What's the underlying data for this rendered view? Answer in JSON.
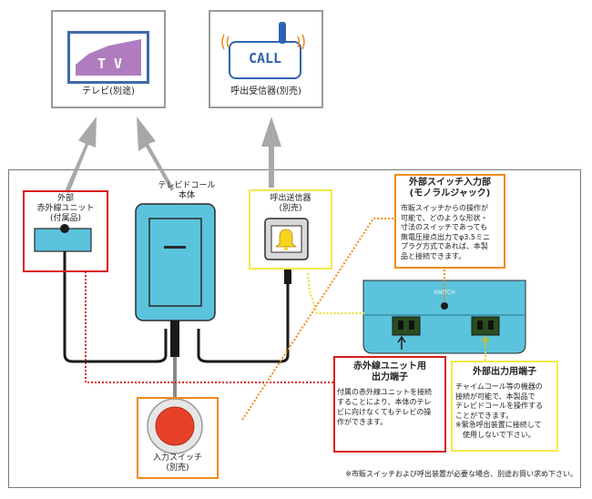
{
  "tv_box": {
    "screen_text": "T V",
    "caption": "テレビ(別途)"
  },
  "receiver_box": {
    "screen_text": "CALL",
    "caption": "呼出受信器(別売)"
  },
  "ir_unit": {
    "line1": "外部",
    "line2": "赤外線ユニット",
    "line3": "(付属品)"
  },
  "main_unit": {
    "line1": "テレビドコール",
    "line2": "本体"
  },
  "transmitter": {
    "line1": "呼出送信器",
    "line2": "(別売)"
  },
  "ext_switch_input": {
    "title1": "外部スイッチ入力部",
    "title2": "(モノラルジャック)",
    "body": [
      "市販スイッチからの操作が",
      "可能で、どのような形状・",
      "寸法のスイッチであっても",
      "無電圧接点出力でφ3.5ミニ",
      "プラグ方式であれば、本製",
      "品と接続できます。"
    ]
  },
  "device_label": {
    "switch": "SWITCH"
  },
  "ir_output": {
    "title1": "赤外線ユニット用",
    "title2": "出力端子",
    "body": [
      "付属の赤外線ユニットを接続",
      "することにより、本体のテレ",
      "ビに向けなくてもテレビの操",
      "作ができます。"
    ]
  },
  "ext_output": {
    "title": "外部出力用端子",
    "body": [
      "チャイムコール等の機器の",
      "接続が可能で、本製品で",
      "テレビドコールを操作する",
      "ことができます。",
      "※緊急呼出装置に接続して",
      "使用しないで下さい。"
    ]
  },
  "input_switch": {
    "line1": "入力スイッチ",
    "line2": "(別売)"
  },
  "footnote": "※市販スイッチおよび呼出装置が必要な場合、別途お買い求め下さい。",
  "colors": {
    "device_blue": "#5bc3dc",
    "red": "#d81c1c",
    "orange": "#f08a1c",
    "yellow": "#f2e84a",
    "tv_purple": "#b07cc0"
  }
}
